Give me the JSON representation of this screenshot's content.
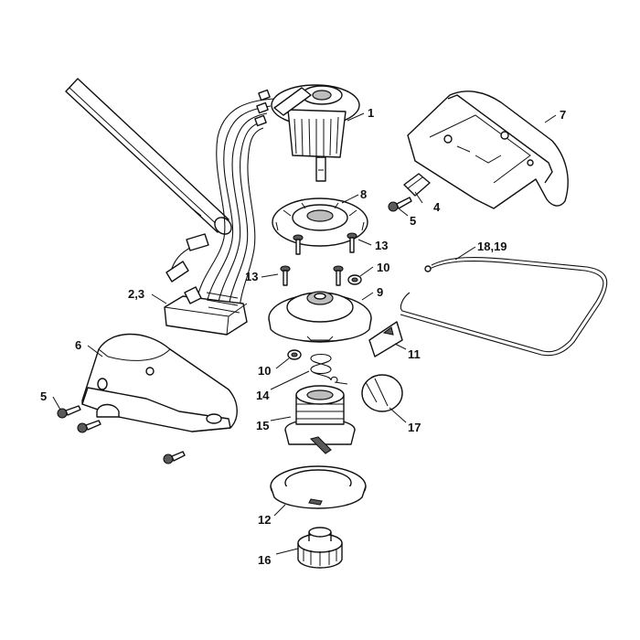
{
  "callouts": {
    "c1": "1",
    "c23": "2,3",
    "c4": "4",
    "c5a": "5",
    "c5b": "5",
    "c6": "6",
    "c7": "7",
    "c8": "8",
    "c9": "9",
    "c10a": "10",
    "c10b": "10",
    "c11": "11",
    "c12": "12",
    "c13a": "13",
    "c13b": "13",
    "c14": "14",
    "c15": "15",
    "c16": "16",
    "c17": "17",
    "c1819": "18,19"
  }
}
